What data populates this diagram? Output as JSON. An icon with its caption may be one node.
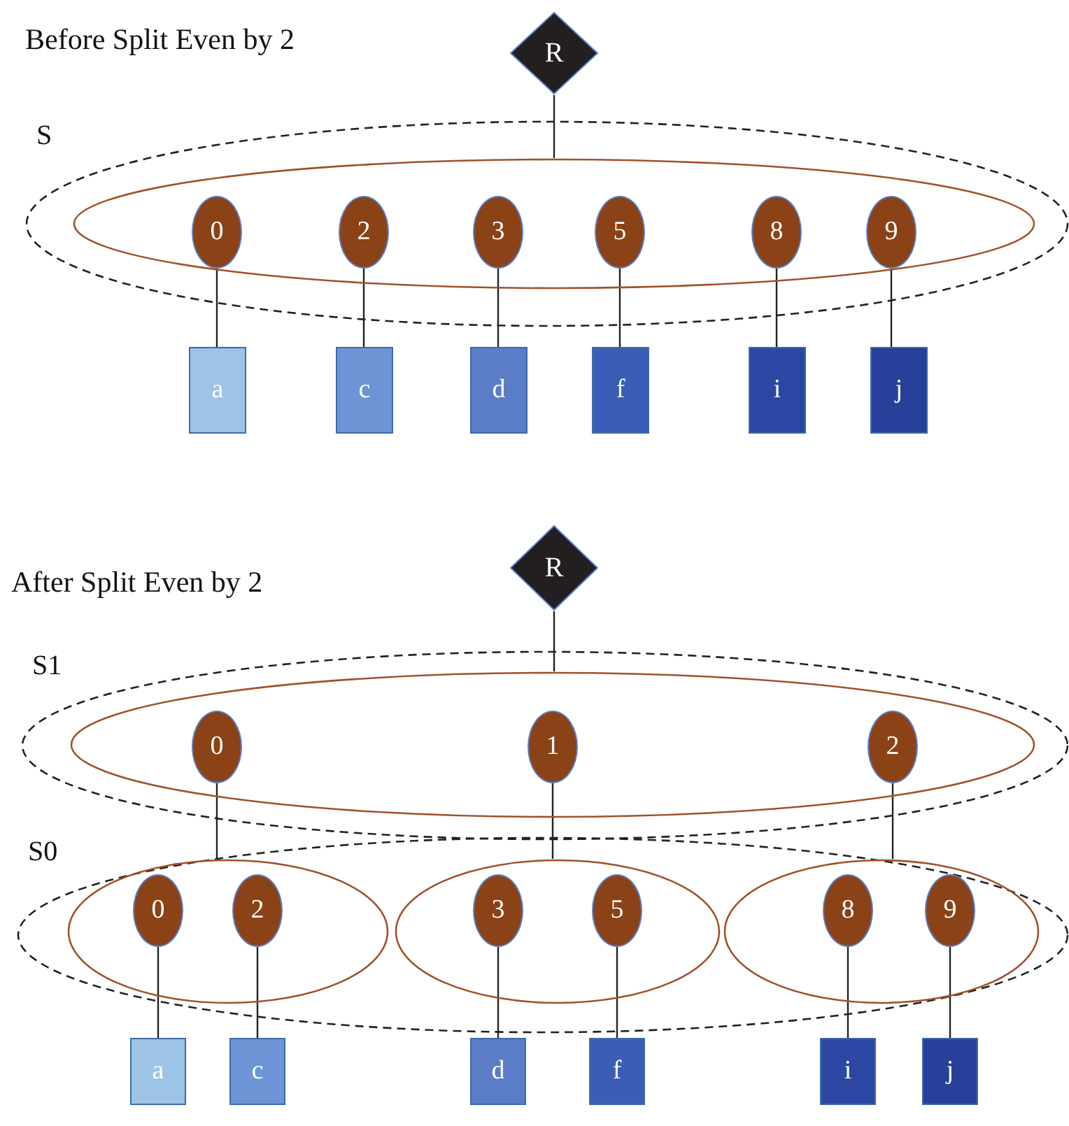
{
  "diagram": {
    "nodes": [
      {
        "text": [
          "R"
        ]
      },
      {
        "text": [
          "S"
        ]
      },
      {
        "text": [],
        "shape": "ellipse",
        "in": 1
      },
      {
        "text": [
          "0"
        ],
        "in": 2
      },
      {
        "text": [
          "2"
        ],
        "in": 2
      },
      {
        "text": [
          "3"
        ],
        "in": 2
      },
      {
        "text": [
          "5"
        ],
        "in": 2
      },
      {
        "text": [
          "8"
        ],
        "in": 2
      },
      {
        "text": [
          "9"
        ],
        "in": 2
      },
      {
        "text": [
          "a"
        ]
      },
      {
        "text": [
          "c"
        ]
      },
      {
        "text": [
          "d"
        ]
      },
      {
        "text": [
          "f"
        ]
      },
      {
        "text": [
          "i"
        ]
      },
      {
        "text": [
          "j"
        ]
      },
      {
        "text": [
          "R"
        ]
      },
      {
        "text": [
          "S1"
        ]
      },
      {
        "text": [],
        "shape": "ellipse",
        "in": 16
      },
      {
        "text": [
          "0"
        ],
        "in": 17
      },
      {
        "text": [
          "1"
        ],
        "in": 17
      },
      {
        "text": [
          "2"
        ],
        "in": 17
      },
      {
        "text": [
          "S0"
        ]
      },
      {
        "text": [],
        "shape": "ellipse",
        "in": 21
      },
      {
        "text": [],
        "shape": "ellipse",
        "in": 21
      },
      {
        "text": [],
        "shape": "ellipse",
        "in": 21
      },
      {
        "text": [
          "0"
        ],
        "in": 22
      },
      {
        "text": [
          "2"
        ],
        "in": 22
      },
      {
        "text": [
          "3"
        ],
        "in": 23
      },
      {
        "text": [
          "5"
        ],
        "in": 23
      },
      {
        "text": [
          "8"
        ],
        "in": 24
      },
      {
        "text": [
          "9"
        ],
        "in": 24
      },
      {
        "text": [
          "a"
        ]
      },
      {
        "text": [
          "c"
        ]
      },
      {
        "text": [
          "d"
        ]
      },
      {
        "text": [
          "f"
        ]
      },
      {
        "text": [
          "i"
        ]
      },
      {
        "text": [
          "j"
        ]
      }
    ],
    "edges": [
      {
        "from": 0,
        "to": 2,
        "arrow": "none"
      },
      {
        "from": 3,
        "to": 9,
        "arrow": "none"
      },
      {
        "from": 4,
        "to": 10,
        "arrow": "none"
      },
      {
        "from": 5,
        "to": 11,
        "arrow": "none"
      },
      {
        "from": 6,
        "to": 12,
        "arrow": "none"
      },
      {
        "from": 7,
        "to": 13,
        "arrow": "none"
      },
      {
        "from": 8,
        "to": 14,
        "arrow": "none"
      },
      {
        "from": 15,
        "to": 17,
        "arrow": "none"
      },
      {
        "from": 18,
        "to": 22,
        "arrow": "none"
      },
      {
        "from": 19,
        "to": 23,
        "arrow": "none"
      },
      {
        "from": 20,
        "to": 24,
        "arrow": "none"
      },
      {
        "from": 25,
        "to": 31,
        "arrow": "none"
      },
      {
        "from": 26,
        "to": 32,
        "arrow": "none"
      },
      {
        "from": 27,
        "to": 33,
        "arrow": "none"
      },
      {
        "from": 28,
        "to": 34,
        "arrow": "none"
      },
      {
        "from": 29,
        "to": 35,
        "arrow": "none"
      },
      {
        "from": 30,
        "to": 36,
        "arrow": "none"
      }
    ],
    "labels": [
      "Before Split Even by 2",
      "After Split Even by 2"
    ]
  }
}
